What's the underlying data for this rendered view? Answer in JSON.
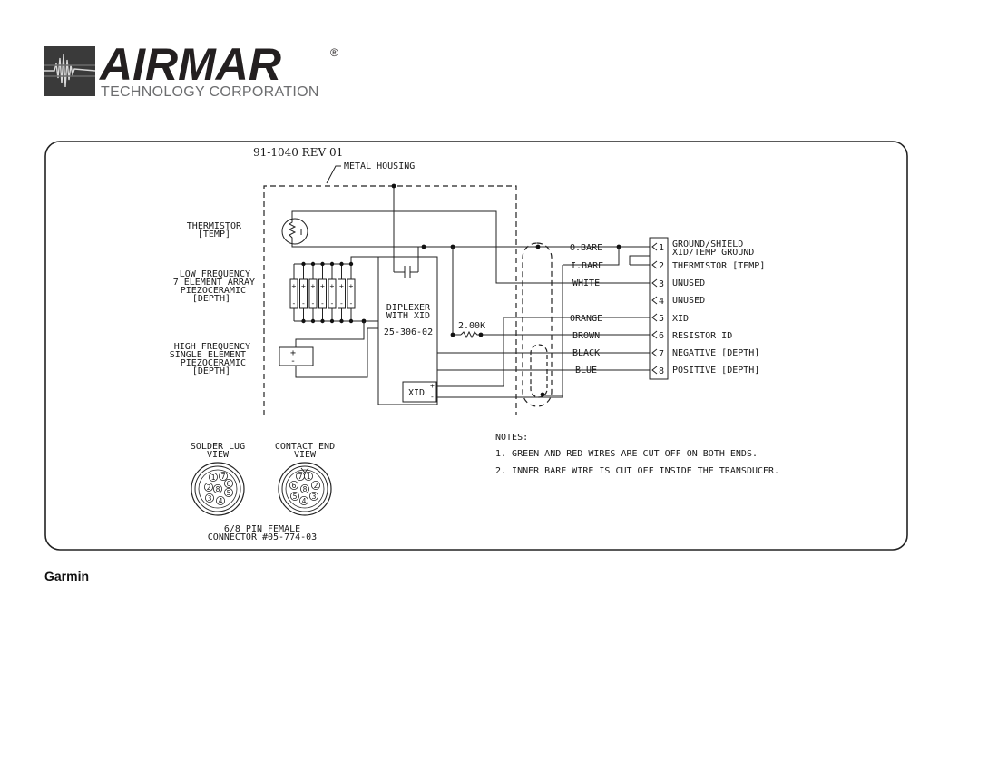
{
  "logo": {
    "name": "AIRMAR",
    "registered": "®",
    "subtitle": "TECHNOLOGY CORPORATION"
  },
  "footer": {
    "label": "Garmin"
  },
  "diagram": {
    "part_number": "91-1040 REV 01",
    "housing_label": "METAL HOUSING",
    "thermistor": {
      "line1": "THERMISTOR",
      "line2": "[TEMP]",
      "symbol": "T"
    },
    "low_freq": {
      "line1": "LOW FREQUENCY",
      "line2": "7 ELEMENT ARRAY",
      "line3": "PIEZOCERAMIC",
      "line4": "[DEPTH]"
    },
    "high_freq": {
      "line1": "HIGH FREQUENCY",
      "line2": "SINGLE ELEMENT",
      "line3": "PIEZOCERAMIC",
      "line4": "[DEPTH]"
    },
    "diplexer": {
      "line1": "DIPLEXER",
      "line2": "WITH XID",
      "part": "25-306-02"
    },
    "xid_box": "XID",
    "resistor": "2.00K",
    "wires": [
      {
        "name": "O.BARE",
        "pin": "1",
        "function_line1": "GROUND/SHIELD",
        "function_line2": "XID/TEMP GROUND"
      },
      {
        "name": "I.BARE",
        "pin": "2",
        "function_line1": "THERMISTOR [TEMP]",
        "function_line2": ""
      },
      {
        "name": "WHITE",
        "pin": "3",
        "function_line1": "UNUSED",
        "function_line2": ""
      },
      {
        "name": "",
        "pin": "4",
        "function_line1": "UNUSED",
        "function_line2": ""
      },
      {
        "name": "ORANGE",
        "pin": "5",
        "function_line1": "XID",
        "function_line2": ""
      },
      {
        "name": "BROWN",
        "pin": "6",
        "function_line1": "RESISTOR ID",
        "function_line2": ""
      },
      {
        "name": "BLACK",
        "pin": "7",
        "function_line1": "NEGATIVE [DEPTH]",
        "function_line2": ""
      },
      {
        "name": "BLUE",
        "pin": "8",
        "function_line1": "POSITIVE [DEPTH]",
        "function_line2": ""
      }
    ],
    "notes": {
      "heading": "NOTES:",
      "items": [
        "1. GREEN AND RED WIRES ARE CUT OFF ON BOTH ENDS.",
        "2. INNER BARE WIRE IS CUT OFF INSIDE THE TRANSDUCER."
      ]
    },
    "connector": {
      "solder_view_line1": "SOLDER LUG",
      "solder_view_line2": "VIEW",
      "contact_view_line1": "CONTACT END",
      "contact_view_line2": "VIEW",
      "caption_line1": "6/8 PIN FEMALE",
      "caption_line2": "CONNECTOR #05-774-03",
      "pins": [
        "1",
        "2",
        "3",
        "4",
        "5",
        "6",
        "7",
        "8"
      ]
    }
  }
}
